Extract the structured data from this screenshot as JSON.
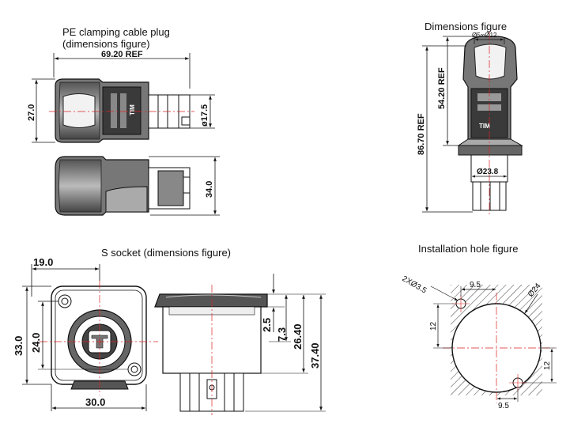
{
  "titles": {
    "plug": [
      "PE clamping cable plug",
      "(dimensions figure)"
    ],
    "dims": "Dimensions figure",
    "socket": "S socket (dimensions figure)",
    "hole": "Installation hole figure"
  },
  "plug": {
    "length": "69.20 REF",
    "height": "27.0",
    "dia": "ø17.5",
    "side_height": "34.0",
    "brand": "TIM"
  },
  "dims": {
    "top_dia": "Ø5∞Ø12",
    "len_54": "54.20 REF",
    "len_86": "86.70 REF",
    "dia_23": "Ø23.8",
    "brand": "TIM"
  },
  "socket": {
    "d19": "19.0",
    "d33": "33.0",
    "d24": "24.0",
    "d30": "30.0",
    "d25": "2.5",
    "d73": "7.3",
    "d264": "26.40",
    "d374": "37.40"
  },
  "hole": {
    "holes": "2XØ3.5",
    "d95a": "9.5",
    "d24": "Ø24",
    "d12a": "12",
    "d12b": "12",
    "d95b": "9.5"
  }
}
